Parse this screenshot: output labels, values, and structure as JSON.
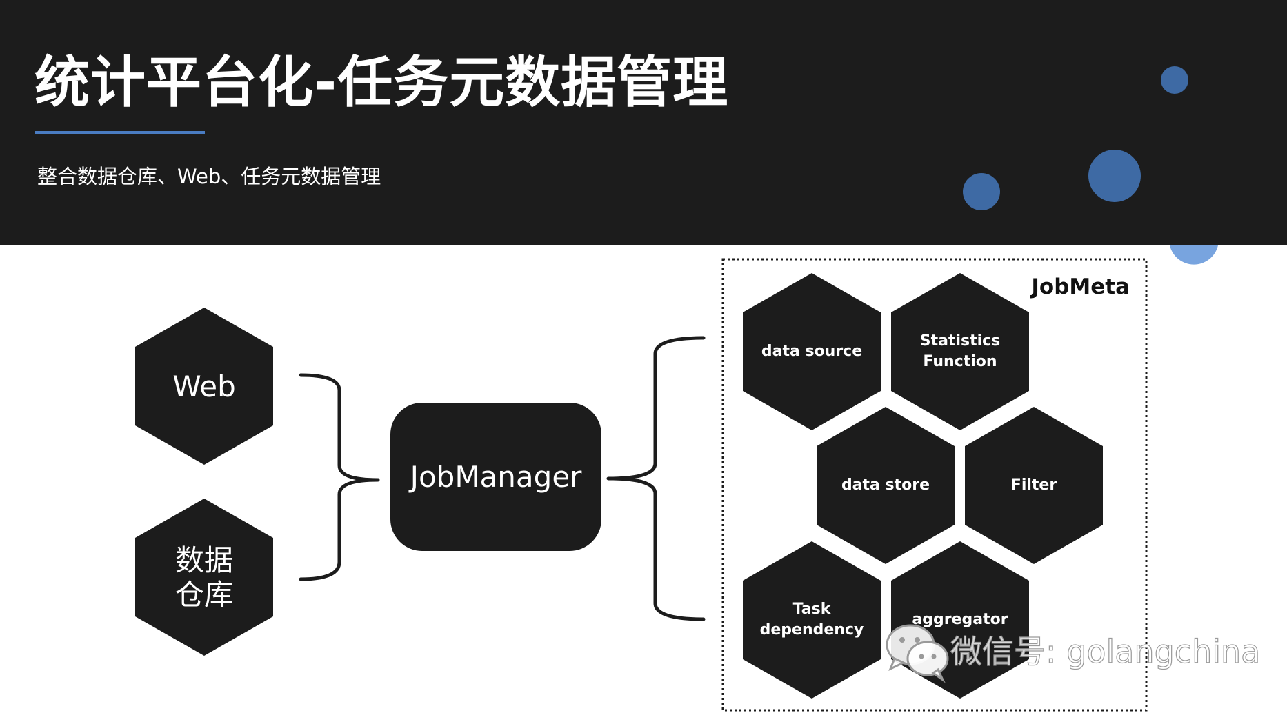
{
  "header": {
    "title": "统计平台化-任务元数据管理",
    "subtitle": "整合数据仓库、Web、任务元数据管理"
  },
  "sources": [
    {
      "label": "Web"
    },
    {
      "label_lines": [
        "数据",
        "仓库"
      ]
    }
  ],
  "manager": {
    "label": "JobManager"
  },
  "jobmeta": {
    "title": "JobMeta",
    "items": [
      {
        "lines": [
          "data source"
        ]
      },
      {
        "lines": [
          "Statistics",
          "Function"
        ]
      },
      {
        "lines": [
          "data store"
        ]
      },
      {
        "lines": [
          "Filter"
        ]
      },
      {
        "lines": [
          "Task",
          "dependency"
        ]
      },
      {
        "lines": [
          "aggregator"
        ]
      }
    ]
  },
  "watermark": {
    "text": "微信号: golangchina"
  },
  "colors": {
    "header_bg": "#1c1c1c",
    "accent": "#4a7cc2",
    "circle": "#3e6aa4",
    "circle_light": "#78a4df",
    "node": "#1c1c1c",
    "text_on_dark": "#ffffff"
  },
  "icons": {
    "watermark_icon": "wechat-icon"
  }
}
